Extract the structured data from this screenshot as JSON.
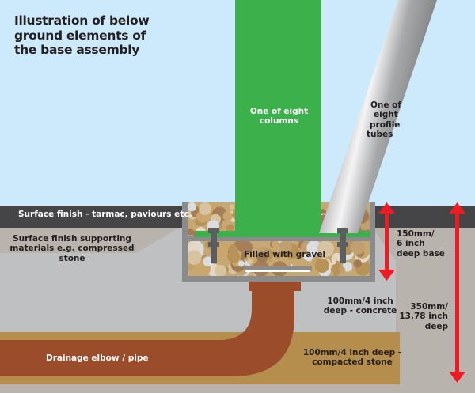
{
  "title": "Illustration of below ground elements of the base assembly",
  "title_lines": [
    "Illustration of below",
    "ground elements of",
    "the base assembly"
  ],
  "labels": {
    "column": [
      "One of eight",
      "columns"
    ],
    "tube": [
      "One of",
      "eight",
      "profile",
      "tubes"
    ],
    "surface_finish": "Surface finish - tarmac, paviours etc.",
    "supporting": [
      "Surface finish supporting",
      "materials e.g. compressed stone"
    ],
    "gravel": "Filled with gravel",
    "base_depth": [
      "150mm/",
      "6 inch",
      "deep base"
    ],
    "concrete": [
      "100mm/4 inch",
      "deep - concrete"
    ],
    "total_depth": [
      "350mm/",
      "13.78 inch",
      "deep"
    ],
    "compacted": [
      "100mm/4 inch deep -",
      "compacted stone"
    ],
    "pipe": "Drainage elbow / pipe"
  },
  "colors": {
    "sky": "#cdeafc",
    "column": "#3cb04a",
    "surface": "#454547",
    "supporting": "#b9b3ad",
    "concrete": "#bfc0c2",
    "compacted": "#b58e4e",
    "pipe": "#9a4c2b",
    "frame": "#8a8b8d",
    "arrow": "#ed1c24",
    "bolt": "#5c5d5f"
  }
}
